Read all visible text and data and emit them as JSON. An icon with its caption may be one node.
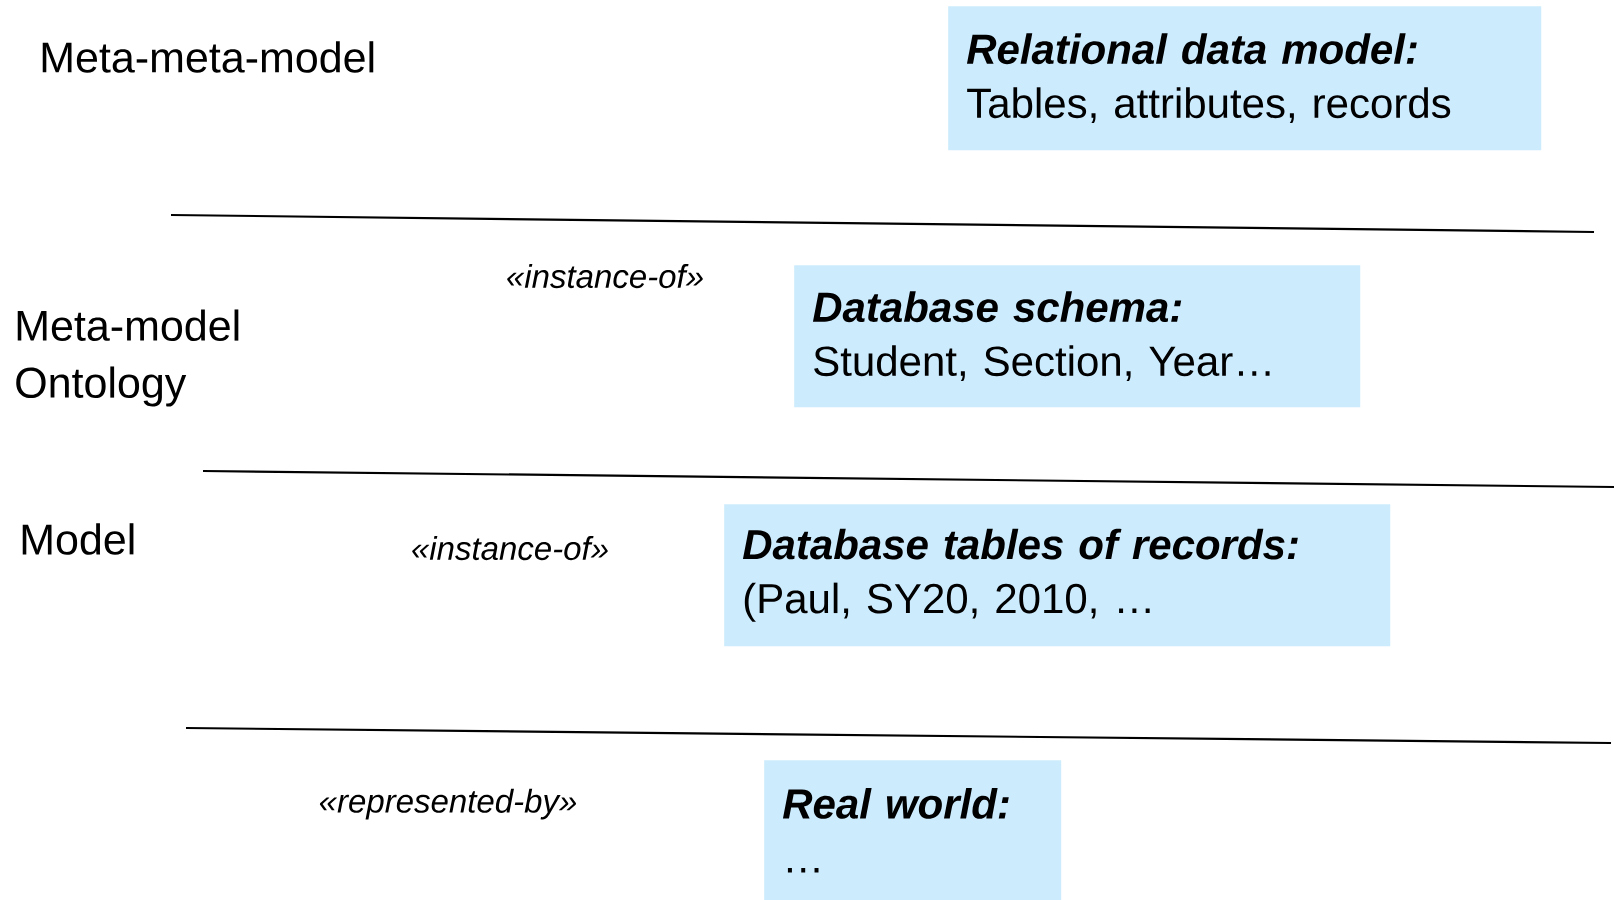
{
  "diagram": {
    "nodes": [
      {
        "text": [
          "Relational data model:",
          "Tables, attributes, records"
        ]
      },
      {
        "text": [
          "Database schema:",
          "Student, Section, Year…"
        ]
      },
      {
        "text": [
          "Database tables of records:",
          "(Paul, SY20, 2010, …"
        ]
      },
      {
        "text": [
          "Real world:",
          "…"
        ]
      }
    ],
    "labels": [
      "Meta-meta-model",
      "«instance-of»",
      "Meta-model Ontology",
      "Model",
      "«instance-of»",
      "«represented-by»"
    ]
  }
}
